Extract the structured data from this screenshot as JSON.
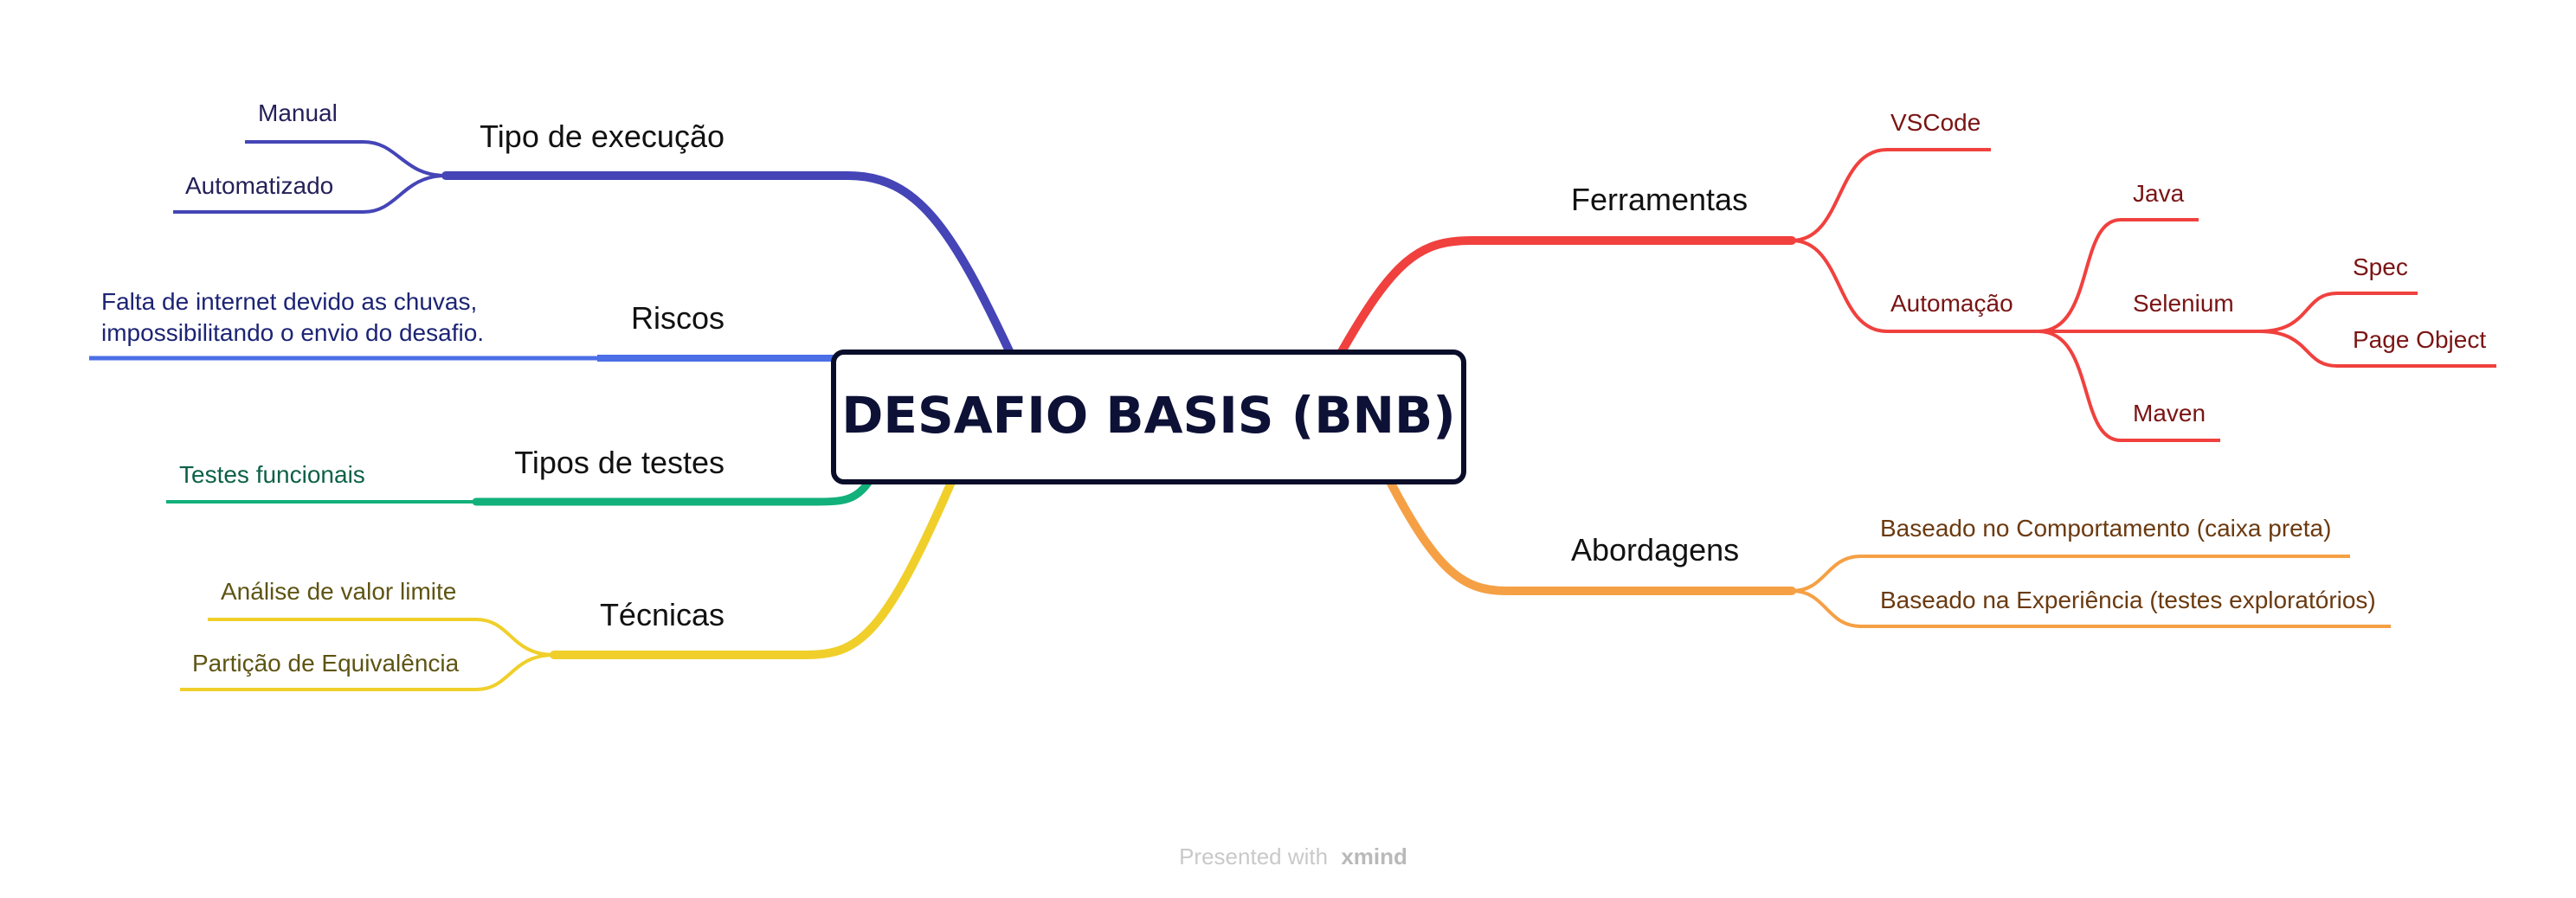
{
  "root": {
    "label": "DESAFIO BASIS (BNB)"
  },
  "colors": {
    "blue_purple": "#4545b7",
    "blue": "#4c6ee6",
    "green": "#12b07a",
    "yellow": "#f0cf2a",
    "red": "#f0413e",
    "orange": "#f5a045",
    "text_purple": "#24205a",
    "text_navy": "#1c2474",
    "text_green": "#0e6048",
    "text_olive": "#5e5413",
    "text_red": "#7a1414",
    "text_brown": "#6b3a10"
  },
  "branches": {
    "tipo_execucao": {
      "label": "Tipo de execução",
      "children": [
        "Manual",
        "Automatizado"
      ]
    },
    "riscos": {
      "label": "Riscos",
      "children": [
        "Falta de internet devido as chuvas,",
        "impossibilitando o envio do desafio."
      ]
    },
    "tipos_testes": {
      "label": "Tipos de testes",
      "children": [
        "Testes funcionais"
      ]
    },
    "tecnicas": {
      "label": "Técnicas",
      "children": [
        "Análise de valor limite",
        "Partição de Equivalência"
      ]
    },
    "ferramentas": {
      "label": "Ferramentas",
      "vscode": "VSCode",
      "automacao": {
        "label": "Automação",
        "java": "Java",
        "selenium": {
          "label": "Selenium",
          "children": [
            "Spec",
            "Page Object"
          ]
        },
        "maven": "Maven"
      }
    },
    "abordagens": {
      "label": "Abordagens",
      "children": [
        "Baseado no Comportamento (caixa preta)",
        "Baseado na Experiência (testes exploratórios)"
      ]
    }
  },
  "footer": {
    "prefix": "Presented with",
    "brand": "xmind"
  }
}
